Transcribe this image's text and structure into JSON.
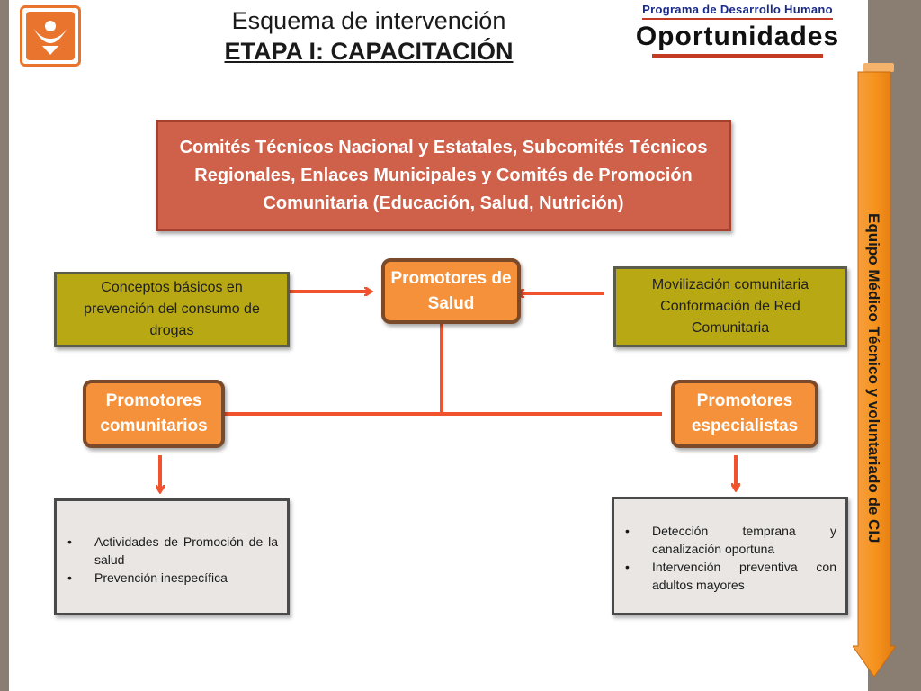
{
  "title": {
    "line1": "Esquema de intervención",
    "line2": "ETAPA I: CAPACITACIÓN"
  },
  "brand": {
    "subtitle": "Programa de Desarrollo Humano",
    "name": "Oportunidades"
  },
  "logo": {
    "icon": "heart-figure-icon",
    "color": "#e8742e"
  },
  "committees_box": "Comités Técnicos Nacional y Estatales, Subcomités Técnicos Regionales, Enlaces Municipales y Comités de Promoción Comunitaria (Educación, Salud, Nutrición)",
  "left_input": "Conceptos básicos en prevención del consumo de drogas",
  "right_input": "Movilización comunitaria Conformación de Red Comunitaria",
  "nodes": {
    "salud": "Promotores de Salud",
    "comunitarios": "Promotores comunitarios",
    "especialistas": "Promotores especialistas"
  },
  "left_activities": [
    "Actividades de Promoción de la salud",
    "Prevención inespecífica"
  ],
  "right_activities": [
    "Detección temprana y canalización oportuna",
    "Intervención preventiva con adultos mayores"
  ],
  "side_label": "Equipo Médico Técnico y voluntariado de CIJ",
  "colors": {
    "connector": "#f0532d",
    "red_box": "#cf6049",
    "olive_box": "#b7a814",
    "orange_node": "#f5913a",
    "gray_box": "#e9e6e3",
    "side_arrow": "#f7941d"
  }
}
